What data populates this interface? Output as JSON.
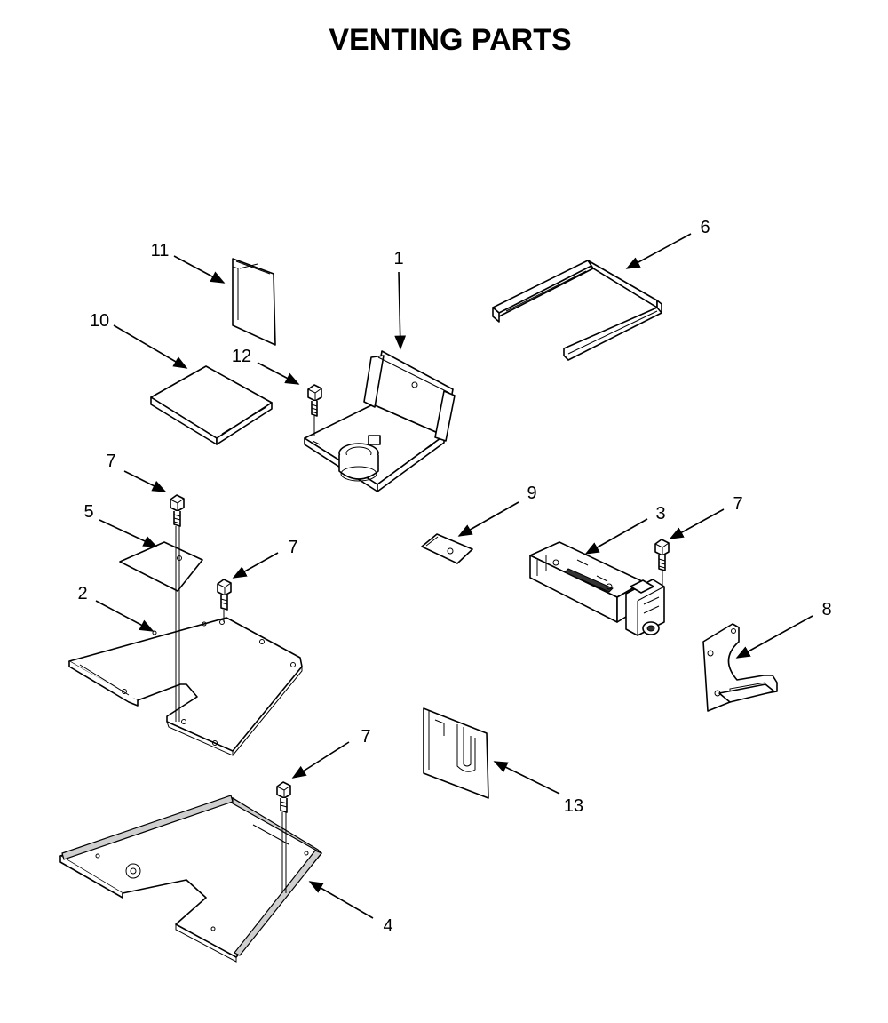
{
  "title": "VENTING PARTS",
  "callouts": {
    "c1": "1",
    "c2": "2",
    "c3": "3",
    "c4": "4",
    "c5": "5",
    "c6": "6",
    "c7a": "7",
    "c7b": "7",
    "c7c": "7",
    "c7d": "7",
    "c8": "8",
    "c9": "9",
    "c10": "10",
    "c11": "11",
    "c12": "12",
    "c13": "13"
  }
}
